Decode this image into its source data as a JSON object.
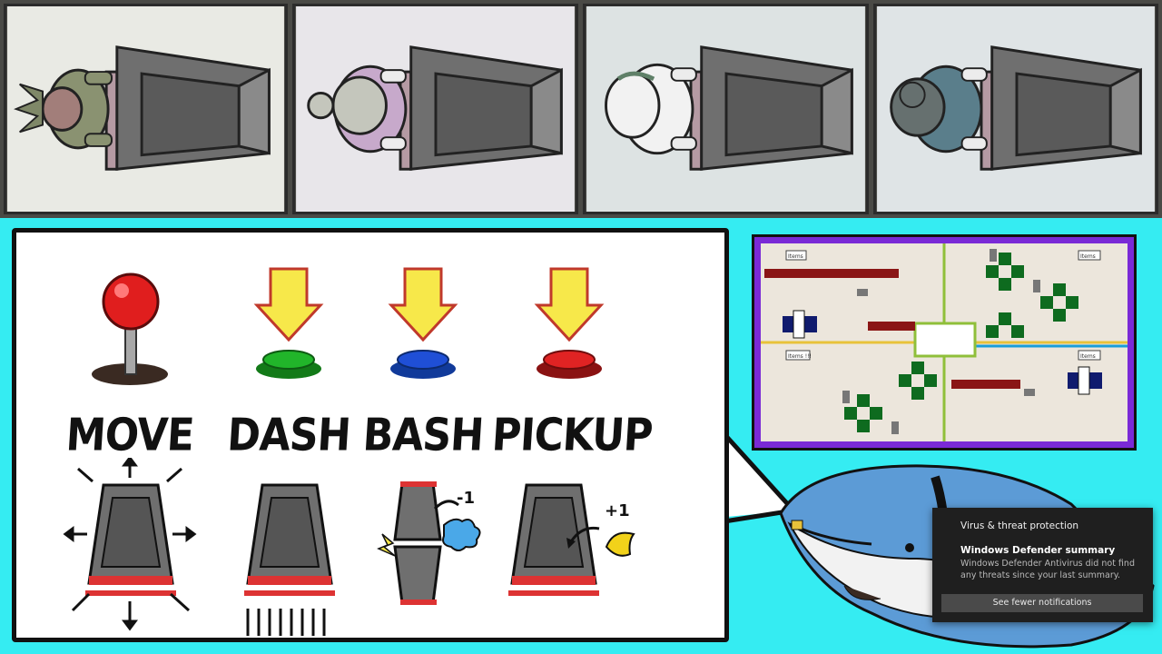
{
  "players": [
    {
      "bg": "#e9eae4",
      "shirt": "#8a9271",
      "hair": "#7f8868",
      "trim": "#b59aa3"
    },
    {
      "bg": "#e8e6ea",
      "shirt": "#c7a9cb",
      "hair": "#c4c6bc",
      "trim": "#b59aa3"
    },
    {
      "bg": "#dde3e3",
      "shirt": "#f2f2f2",
      "hair": "#5f8068",
      "trim": "#b59aa3"
    },
    {
      "bg": "#dfe4e6",
      "shirt": "#5a7e8b",
      "hair": "#66706f",
      "trim": "#b59aa3"
    }
  ],
  "controls": [
    {
      "label": "MOVE",
      "icon": "joystick-icon",
      "color": "#e01e1e"
    },
    {
      "label": "DASH",
      "icon": "green-button-icon",
      "color": "#21b52a"
    },
    {
      "label": "BASH",
      "icon": "blue-button-icon",
      "color": "#1f4fd6"
    },
    {
      "label": "PICKUP",
      "icon": "red-button-icon",
      "color": "#e02323"
    }
  ],
  "demos": {
    "bash_value": "-1",
    "pickup_value": "+1"
  },
  "minimap": {
    "labels": [
      "Items",
      "Items",
      "Items !!!",
      "Items"
    ]
  },
  "toast": {
    "app": "Virus & threat protection",
    "title": "Windows Defender summary",
    "body": "Windows Defender Antivirus did not find any threats since your last summary.",
    "button": "See fewer notifications"
  },
  "colors": {
    "background": "#35ecf2",
    "minimap_border": "#7a2ad6",
    "whale": "#5c9bd6",
    "arrow_yellow": "#f7e84a"
  }
}
